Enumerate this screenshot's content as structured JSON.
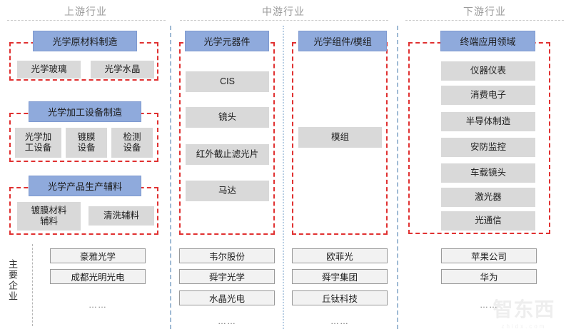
{
  "sections": [
    {
      "title": "上游行业"
    },
    {
      "title": "中游行业"
    },
    {
      "title": "下游行业"
    }
  ],
  "left_axis": {
    "companies_label": "主要企业"
  },
  "groups": {
    "raw_material": {
      "header": "光学原材料制造",
      "items": [
        "光学玻璃",
        "光学水晶"
      ]
    },
    "processing_equipment": {
      "header": "光学加工设备制造",
      "items": [
        "光学加\n工设备",
        "镀膜\n设备",
        "检测\n设备"
      ]
    },
    "aux_material": {
      "header": "光学产品生产辅料",
      "items": [
        "镀膜材料\n辅料",
        "清洗辅料"
      ]
    },
    "optical_components": {
      "header": "光学元器件",
      "items": [
        "CIS",
        "镜头",
        "红外截止滤光片",
        "马达"
      ]
    },
    "optical_modules": {
      "header": "光学组件/模组",
      "items": [
        "模组"
      ]
    },
    "terminal_applications": {
      "header": "终端应用领域",
      "items": [
        "仪器仪表",
        "消费电子",
        "半导体制造",
        "安防监控",
        "车载镜头",
        "激光器",
        "光通信"
      ]
    }
  },
  "companies": {
    "upstream": {
      "names": [
        "豪雅光学",
        "成都光明光电"
      ],
      "ellipsis": "……"
    },
    "mid_components": {
      "names": [
        "韦尔股份",
        "舜宇光学",
        "水晶光电"
      ],
      "ellipsis": "……"
    },
    "mid_modules": {
      "names": [
        "欧菲光",
        "舜宇集团",
        "丘钛科技"
      ],
      "ellipsis": "……"
    },
    "downstream": {
      "names": [
        "苹果公司",
        "华为"
      ],
      "ellipsis": "……"
    }
  },
  "watermark": {
    "brand": "智东西",
    "domain": "zhidx.com"
  },
  "colors": {
    "header_chip": "#8FAADC",
    "item_chip": "#D9D9D9",
    "group_frame": "#E03131",
    "column_divider": "#8FAECD",
    "section_rule": "#C9C9C9"
  }
}
